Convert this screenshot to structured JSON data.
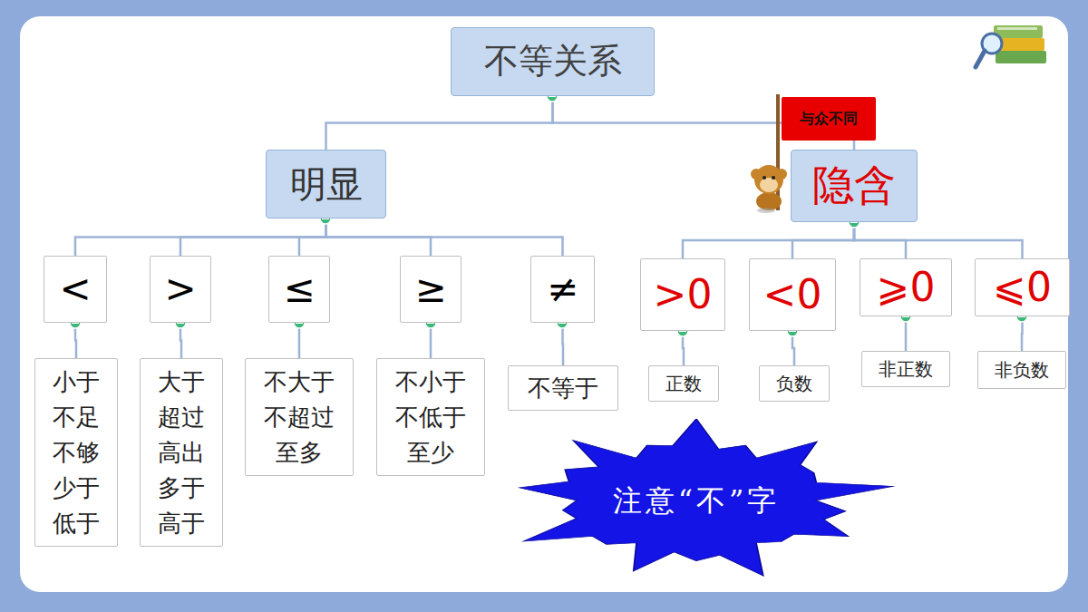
{
  "diagram": {
    "nodes": [
      {
        "text": [
          "不等关系"
        ]
      },
      {
        "text": [
          "明显"
        ]
      },
      {
        "text": [
          "隐含"
        ]
      },
      {
        "text": [
          "<"
        ]
      },
      {
        "text": [
          ">"
        ]
      },
      {
        "text": [
          "≤"
        ]
      },
      {
        "text": [
          "≥"
        ]
      },
      {
        "text": [
          "≠"
        ]
      },
      {
        "text": [
          ">0"
        ]
      },
      {
        "text": [
          "<0"
        ]
      },
      {
        "text": [
          "⩾0"
        ]
      },
      {
        "text": [
          "⩽0"
        ]
      },
      {
        "text": [
          "小于 不足 不够 少于 低于"
        ]
      },
      {
        "text": [
          "大于 超过 高出 多于 高于"
        ]
      },
      {
        "text": [
          "不大于 不超过 至多"
        ]
      },
      {
        "text": [
          "不小于 不低于 至少"
        ]
      },
      {
        "text": [
          "不等于"
        ]
      },
      {
        "text": [
          "正数"
        ]
      },
      {
        "text": [
          "负数"
        ]
      },
      {
        "text": [
          "非正数"
        ]
      },
      {
        "text": [
          "非负数"
        ]
      },
      {
        "text": [
          "注意“不”字"
        ]
      },
      {
        "text": [
          "与众不同"
        ]
      }
    ],
    "edges": [
      {
        "from": 0,
        "to": 1,
        "arrow": "none"
      },
      {
        "from": 0,
        "to": 2,
        "arrow": "none"
      },
      {
        "from": 1,
        "to": 3,
        "arrow": "none"
      },
      {
        "from": 1,
        "to": 4,
        "arrow": "none"
      },
      {
        "from": 1,
        "to": 5,
        "arrow": "none"
      },
      {
        "from": 1,
        "to": 6,
        "arrow": "none"
      },
      {
        "from": 1,
        "to": 7,
        "arrow": "none"
      },
      {
        "from": 2,
        "to": 8,
        "arrow": "none"
      },
      {
        "from": 2,
        "to": 9,
        "arrow": "none"
      },
      {
        "from": 2,
        "to": 10,
        "arrow": "none"
      },
      {
        "from": 2,
        "to": 11,
        "arrow": "none"
      },
      {
        "from": 3,
        "to": 12,
        "arrow": "none"
      },
      {
        "from": 4,
        "to": 13,
        "arrow": "none"
      },
      {
        "from": 5,
        "to": 14,
        "arrow": "none"
      },
      {
        "from": 6,
        "to": 15,
        "arrow": "none"
      },
      {
        "from": 7,
        "to": 16,
        "arrow": "none"
      },
      {
        "from": 8,
        "to": 17,
        "arrow": "none"
      },
      {
        "from": 9,
        "to": 18,
        "arrow": "none"
      },
      {
        "from": 10,
        "to": 19,
        "arrow": "none"
      },
      {
        "from": 11,
        "to": 20,
        "arrow": "none"
      }
    ]
  }
}
